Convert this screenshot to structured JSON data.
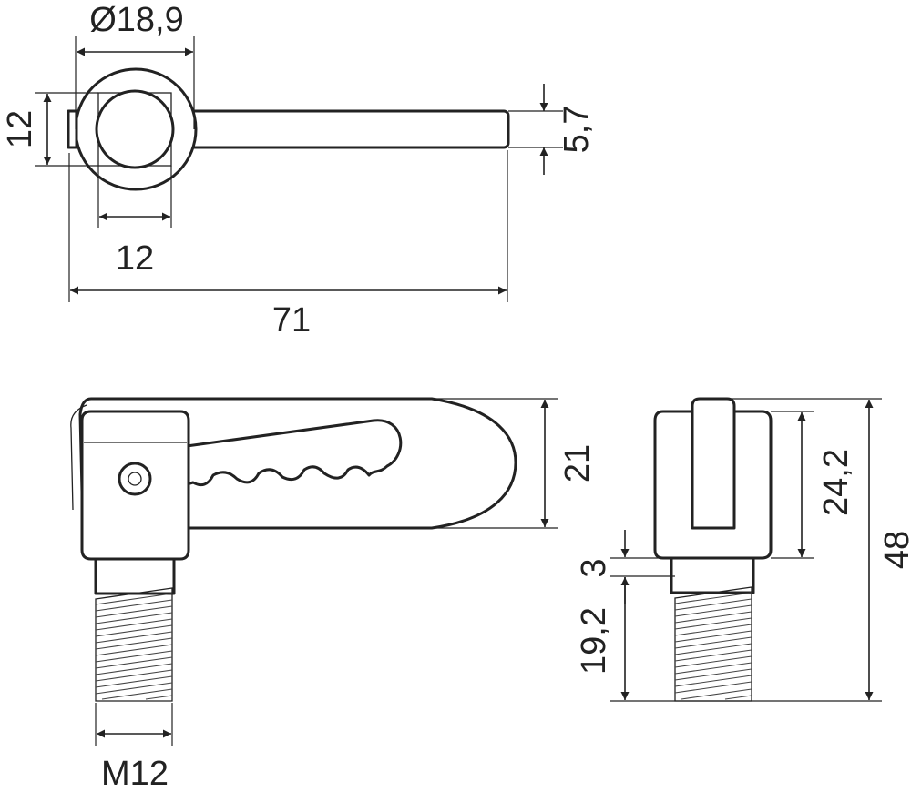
{
  "dimensions": {
    "top_diameter": "Ø18,9",
    "top_square_height": "12",
    "top_square_width": "12",
    "lever_thickness": "5,7",
    "overall_length": "71",
    "side_height": "21",
    "front_body_height": "24,2",
    "collar_height": "3",
    "thread_length": "19,2",
    "overall_height": "48",
    "thread_size": "M12"
  }
}
